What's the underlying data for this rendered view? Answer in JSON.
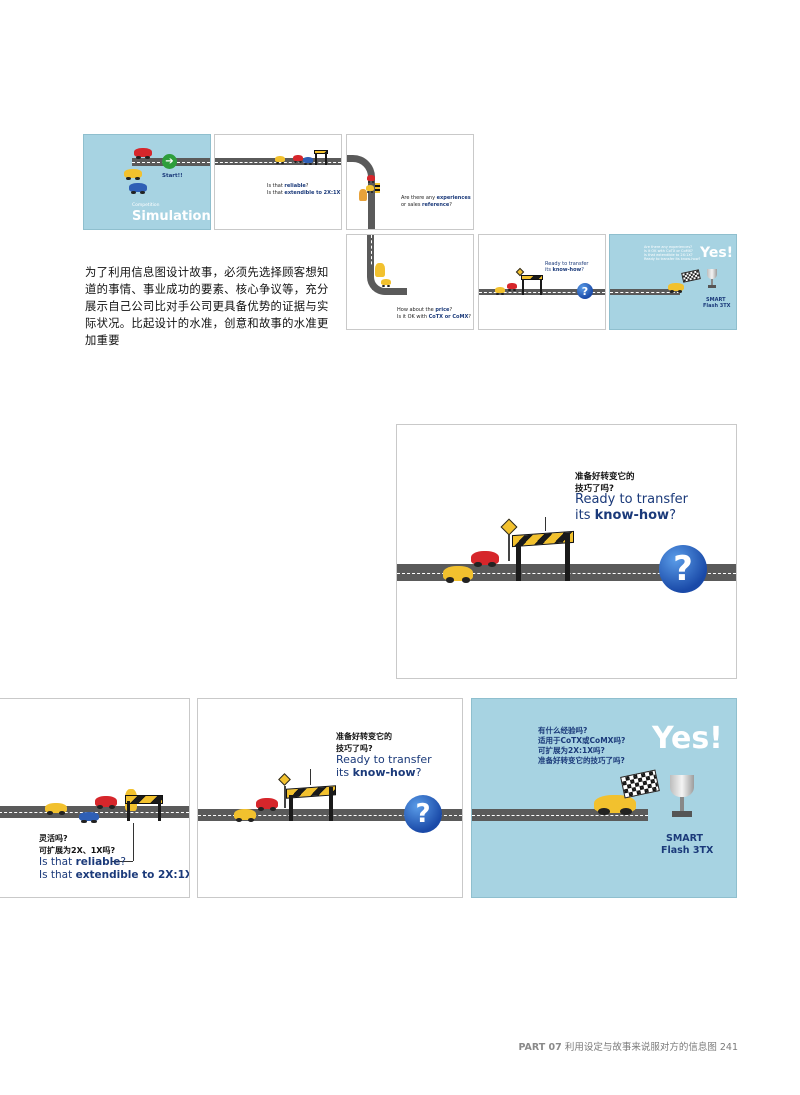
{
  "thumbs": {
    "t1": {
      "start": "Start!!",
      "small": "Competition",
      "title": "Simulation"
    },
    "t2": {
      "line1_pre": "Is that ",
      "line1_hl": "reliable",
      "line1_post": "?",
      "line2_pre": "Is that ",
      "line2_hl": "extendible to 2X:1X",
      "line2_post": "?"
    },
    "t3": {
      "line1": "Are there any ",
      "line1_hl": "experiences",
      "line2": "or sales ",
      "line2_hl": "reference",
      "q": "?"
    },
    "t4": {
      "line1": "How about the ",
      "line1_hl": "price",
      "line1_post": "?",
      "line2": "Is it OK with ",
      "line2_hl": "CoTX or CoMX",
      "line2_post": "?"
    },
    "t5": {
      "line1": "Ready to transfer",
      "line2_pre": "its ",
      "line2_hl": "know-how",
      "line2_post": "?",
      "q": "?"
    },
    "t6": {
      "q1": "Are there any experiences?",
      "q2": "Is it OK with CoTX or CoMX?",
      "q3": "Is that extendible to 2X:1X?",
      "q4": "Ready to transfer its know-how?",
      "yes": "Yes!",
      "prod1": "SMART",
      "prod2": "Flash 3TX"
    }
  },
  "paragraph": "为了利用信息图设计故事，必须先选择顾客想知道的事情、事业成功的要素、核心争议等，充分展示自己公司比对手公司更具备优势的证据与实际状况。比起设计的水准，创意和故事的水准更加重要",
  "big": {
    "cn1": "准备好转变它的",
    "cn2": "技巧了吗?",
    "en1": "Ready to transfer",
    "en2_pre": "its ",
    "en2_hl": "know-how",
    "en2_post": "?",
    "q": "?"
  },
  "bottom": {
    "left": {
      "cn1": "灵活吗?",
      "cn2": "可扩展为2X、1X吗?",
      "en1_pre": "Is that ",
      "en1_hl": "reliable",
      "en1_post": "?",
      "en2_pre": "Is that ",
      "en2_hl": "extendible to 2X:1X",
      "en2_post": "?"
    },
    "mid": {
      "cn1": "准备好转变它的",
      "cn2": "技巧了吗?",
      "en1": "Ready to transfer",
      "en2_pre": "its ",
      "en2_hl": "know-how",
      "en2_post": "?",
      "q": "?"
    },
    "right": {
      "q1": "有什么经验吗?",
      "q2": "适用于CoTX或CoMX吗?",
      "q3": "可扩展为2X:1X吗?",
      "q4": "准备好转变它的技巧了吗?",
      "yes": "Yes!",
      "prod1": "SMART",
      "prod2": "Flash 3TX"
    }
  },
  "footer": {
    "part": "PART 07",
    "title": "利用设定与故事来说服对方的信息图",
    "page": "241"
  }
}
